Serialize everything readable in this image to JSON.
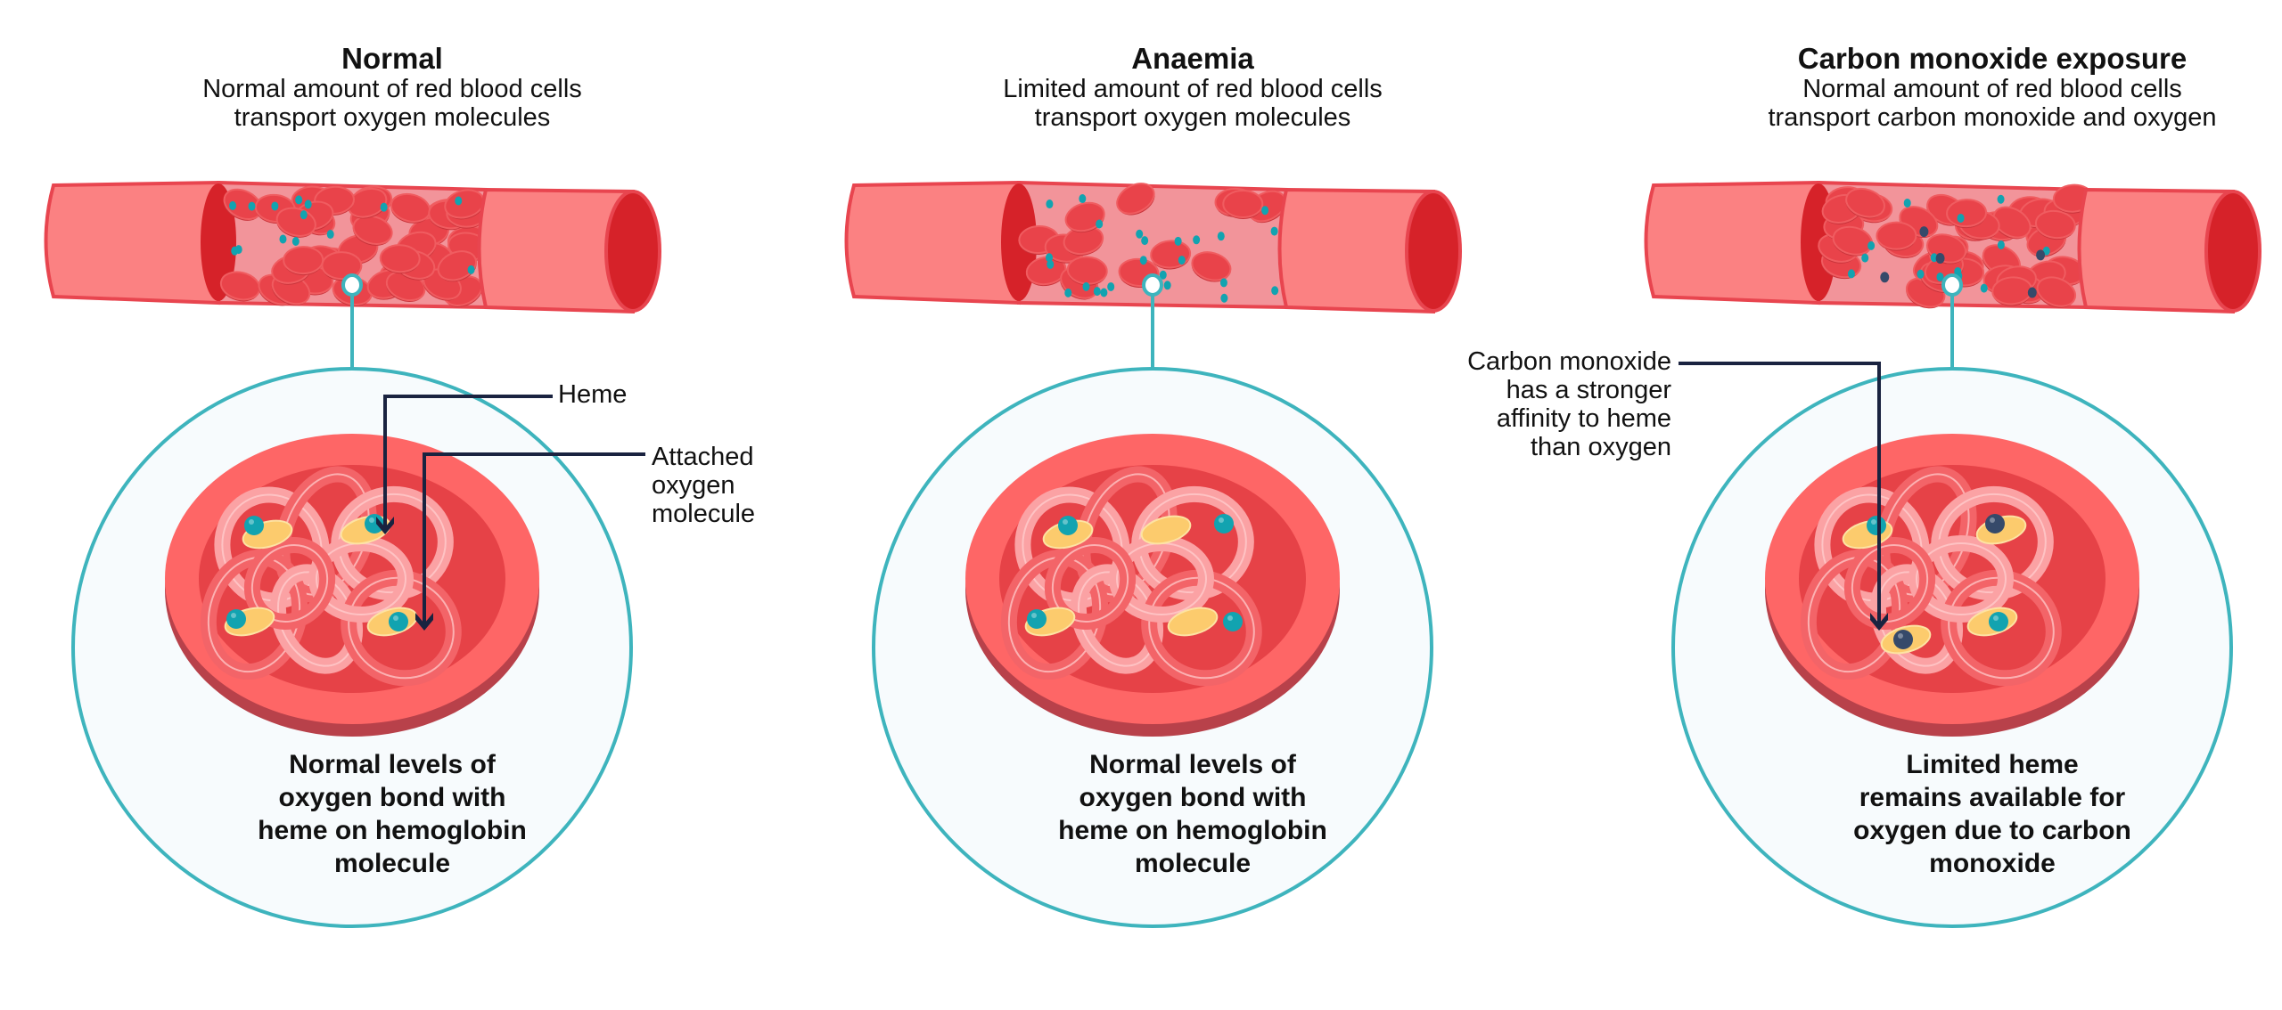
{
  "colors": {
    "vessel_outer": "#fb8182",
    "vessel_edge": "#e8454f",
    "vessel_lumen": "#d62229",
    "vessel_interior": "#f2949a",
    "rbc_fill": "#e9434a",
    "rbc_rim": "#f05c60",
    "oxygen": "#12a3b0",
    "carbon_monoxide": "#364a6a",
    "heme": "#fccb6d",
    "callout_line": "#1a2340",
    "circle_stroke": "#3eb4bd",
    "circle_fill": "#f7fbfd"
  },
  "panels": [
    {
      "id": "normal",
      "title": "Normal",
      "subtitle_lines": [
        "Normal amount of red blood cells",
        "transport oxygen molecules"
      ],
      "rbc_density": "high",
      "co_present": false,
      "caption_lines": [
        "Normal levels of",
        "oxygen bond with",
        "heme on hemoglobin",
        "molecule"
      ],
      "callouts": [
        {
          "id": "heme",
          "lines": [
            "Heme"
          ]
        },
        {
          "id": "attached-oxygen",
          "lines": [
            "Attached",
            "oxygen",
            "molecule"
          ]
        }
      ],
      "heme_sites": [
        "oxygen",
        "oxygen",
        "oxygen",
        "oxygen"
      ]
    },
    {
      "id": "anaemia",
      "title": "Anaemia",
      "subtitle_lines": [
        "Limited amount of red blood cells",
        "transport oxygen molecules"
      ],
      "rbc_density": "low",
      "co_present": false,
      "caption_lines": [
        "Normal levels of",
        "oxygen bond with",
        "heme on hemoglobin",
        "molecule"
      ],
      "callouts": [],
      "heme_sites": [
        "oxygen",
        "oxygen",
        "oxygen",
        "oxygen"
      ]
    },
    {
      "id": "carbon-monoxide",
      "title": "Carbon monoxide exposure",
      "subtitle_lines": [
        "Normal amount of red blood cells",
        "transport carbon monoxide and oxygen"
      ],
      "rbc_density": "high",
      "co_present": true,
      "caption_lines": [
        "Limited heme",
        "remains available for",
        "oxygen due to carbon",
        "monoxide"
      ],
      "callouts": [
        {
          "id": "co-affinity",
          "lines": [
            "Carbon monoxide",
            "has a stronger",
            "affinity to heme",
            "than oxygen"
          ]
        }
      ],
      "heme_sites": [
        "oxygen",
        "carbon_monoxide",
        "carbon_monoxide",
        "oxygen"
      ]
    }
  ]
}
